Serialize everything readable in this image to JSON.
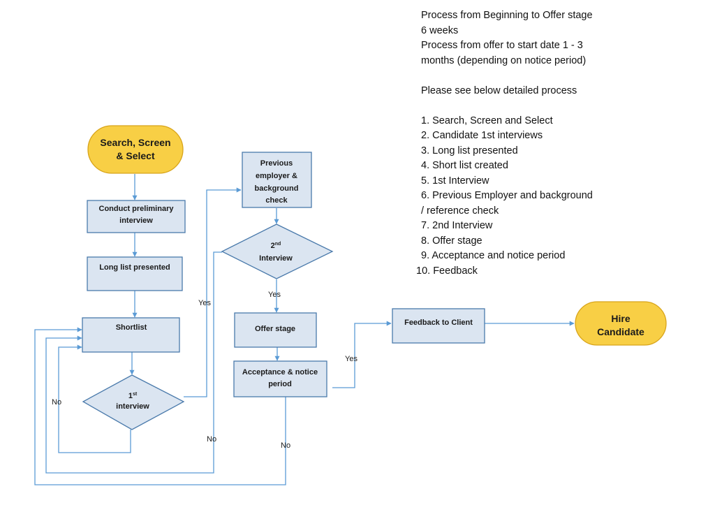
{
  "notes": {
    "line1": "Process from Beginning to Offer stage",
    "line2": "6 weeks",
    "line3": "Process from offer to start date 1 - 3",
    "line4": "months (depending on notice period)",
    "line5": "Please see below detailed process",
    "steps": [
      {
        "num": "1.",
        "text": "Search, Screen and Select"
      },
      {
        "num": "2.",
        "text": "Candidate 1st interviews"
      },
      {
        "num": "3.",
        "text": "Long list presented"
      },
      {
        "num": "4.",
        "text": "Short list created"
      },
      {
        "num": "5.",
        "text": "1st Interview"
      },
      {
        "num": "6.",
        "text": "Previous Employer and background"
      },
      {
        "num": "",
        "text": "/ reference check"
      },
      {
        "num": "7.",
        "text": "2nd Interview"
      },
      {
        "num": "8.",
        "text": "Offer stage"
      },
      {
        "num": "9.",
        "text": "Acceptance and notice period"
      },
      {
        "num": "10.",
        "text": "Feedback"
      }
    ]
  },
  "flow": {
    "start": {
      "line1": "Search, Screen",
      "line2": "& Select"
    },
    "prelim": {
      "line1": "Conduct preliminary",
      "line2": "interview"
    },
    "longlist": "Long list presented",
    "shortlist": "Shortlist",
    "interview1": {
      "num": "1",
      "sup": "st",
      "word": "interview"
    },
    "prev": {
      "line1": "Previous",
      "line2": "employer &",
      "line3": "background",
      "line4": "check"
    },
    "interview2": {
      "num": "2",
      "sup": "nd",
      "word": "Interview"
    },
    "offer": "Offer stage",
    "accept": {
      "line1": "Acceptance & notice",
      "line2": "period"
    },
    "feedback": "Feedback to Client",
    "hire": {
      "line1": "Hire",
      "line2": "Candidate"
    },
    "yes": "Yes",
    "no": "No"
  },
  "colors": {
    "box_fill": "#dbe5f1",
    "box_stroke": "#4a7aab",
    "terminal_fill": "#f8cf45",
    "connector": "#5b9bd5"
  }
}
